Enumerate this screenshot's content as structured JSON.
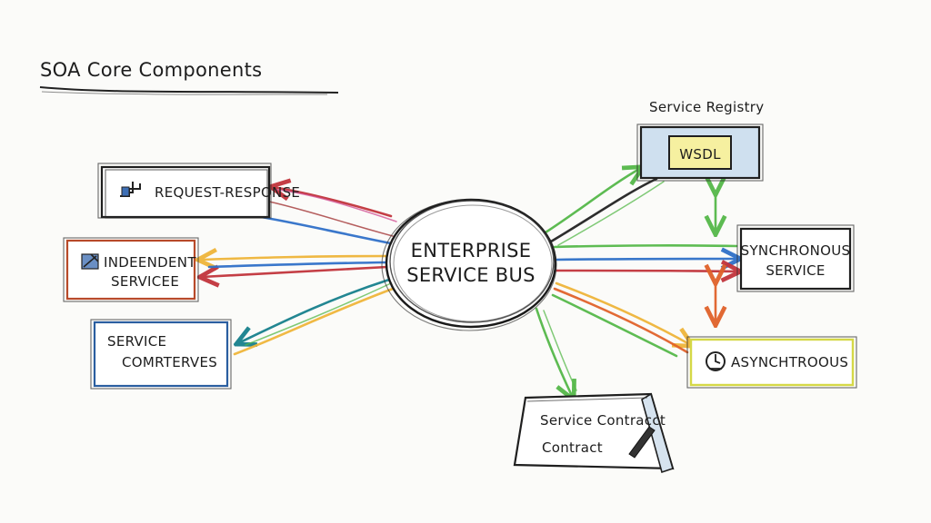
{
  "title": "SOA Core Components",
  "hub": {
    "line1": "ENTERPRISE",
    "line2": "SERVICE BUS"
  },
  "registry": {
    "label": "Service Registry",
    "inner": "WSDL"
  },
  "nodes": {
    "request_response": "REQUEST-RESPONSE",
    "independent_line1": "INDEENDENT",
    "independent_line2": "SERVICEE",
    "components_line1": "SERVICE",
    "components_line2": "COMRTERVES",
    "synchronous_line1": "SYNCHRONOUS",
    "synchronous_line2": "SERVICE",
    "asynchronous": "ASYNCHTROOUS",
    "contract_line1": "Service Contracct",
    "contract_line2": "Contract"
  },
  "colors": {
    "red": "#c2343c",
    "blue": "#2f70c8",
    "green": "#55b84a",
    "yellow": "#efb53a",
    "orange": "#e0622a",
    "teal": "#17808d",
    "magenta": "#d04b8f",
    "registry_fill": "#cfe0ef",
    "wsdl_fill": "#f6f0a0",
    "yellow_outline": "#d5d847"
  },
  "icons": [
    "request-response-icon",
    "independent-service-icon",
    "asynchronous-icon",
    "pen-icon"
  ]
}
